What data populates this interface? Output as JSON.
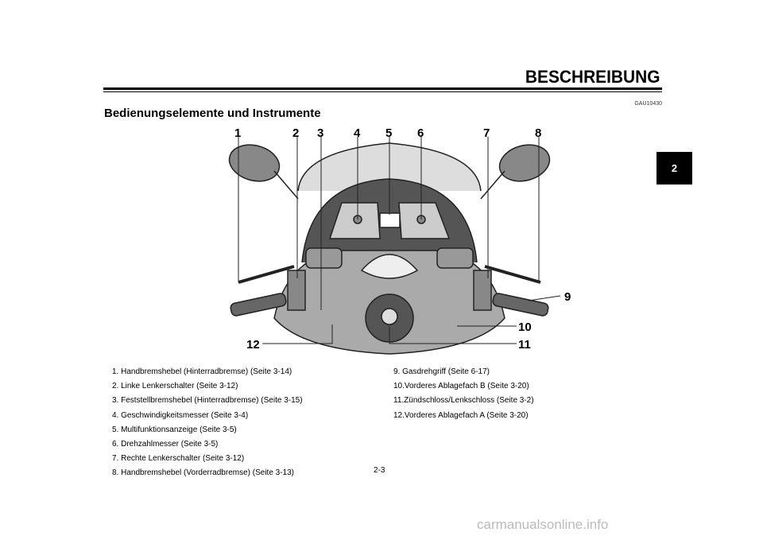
{
  "header": {
    "section": "BESCHREIBUNG",
    "code": "GAU10430",
    "title": "Bedienungselemente und Instrumente",
    "side_tab": "2"
  },
  "figure": {
    "callouts": [
      "1",
      "2",
      "3",
      "4",
      "5",
      "6",
      "7",
      "8",
      "9",
      "10",
      "11",
      "12"
    ]
  },
  "legend_left": [
    "1.  Handbremshebel (Hinterradbremse) (Seite 3-14)",
    "2.  Linke Lenkerschalter (Seite 3-12)",
    "3.  Feststellbremshebel (Hinterradbremse) (Seite 3-15)",
    "4.  Geschwindigkeitsmesser (Seite 3-4)",
    "5.  Multifunktionsanzeige (Seite 3-5)",
    "6.  Drehzahlmesser (Seite 3-5)",
    "7.  Rechte Lenkerschalter (Seite 3-12)",
    "8.  Handbremshebel (Vorderradbremse) (Seite 3-13)"
  ],
  "legend_right": [
    "9.  Gasdrehgriff (Seite 6-17)",
    "10.Vorderes Ablagefach B (Seite 3-20)",
    "11.Zündschloss/Lenkschloss (Seite 3-2)",
    "12.Vorderes Ablagefach A (Seite 3-20)"
  ],
  "footer": {
    "page": "2-3",
    "watermark": "carmanualsonline.info"
  }
}
